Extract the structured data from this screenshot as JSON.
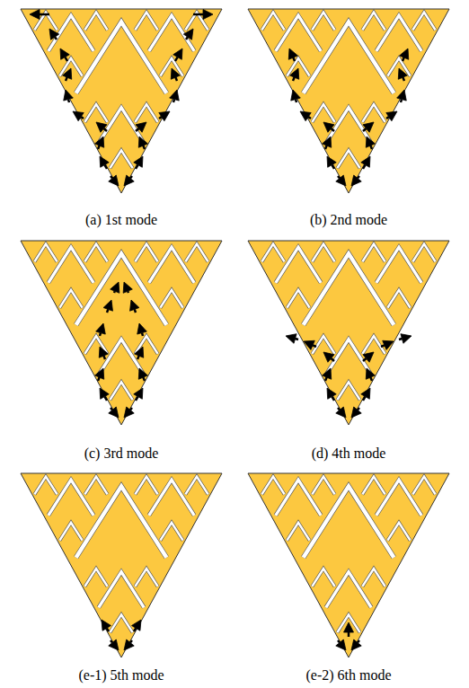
{
  "diagram": {
    "labels": [
      "(a) 1st mode",
      "(b) 2nd mode",
      "(c) 3rd mode",
      "(d) 4th mode",
      "(e-1) 5th mode",
      "(e-2) 6th mode"
    ]
  }
}
